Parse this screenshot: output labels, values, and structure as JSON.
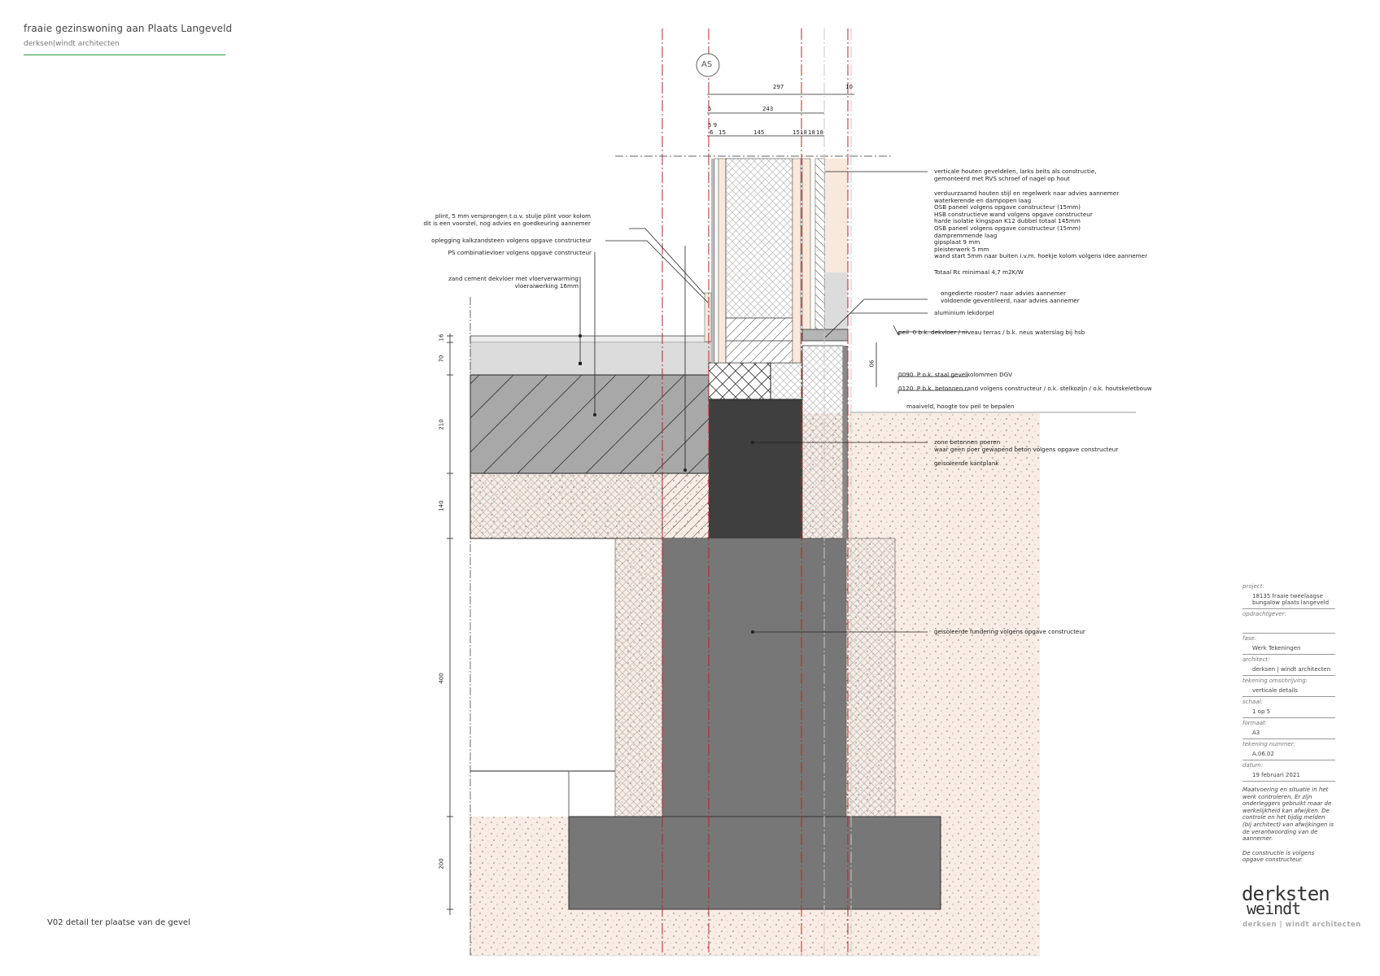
{
  "header": {
    "title": "fraaie gezinswoning aan Plaats Langeveld",
    "subtitle": "derksen|windt architecten",
    "accent_color": "#2e9a3a"
  },
  "drawing": {
    "grid_bubble": "AS",
    "caption": "V02 detail ter plaatse van de gevel",
    "dimensions_top": {
      "row1": [
        "297",
        "10"
      ],
      "row2": [
        "5",
        "243"
      ],
      "row3_top": "5 9",
      "row3": [
        "6",
        "15",
        "145",
        "15",
        "18",
        "18",
        "18"
      ]
    },
    "dimensions_left": [
      "16",
      "70",
      "210",
      "140",
      "400",
      "200"
    ],
    "dimension_right": "90",
    "colors": {
      "axis_red": "#b0282a",
      "soil": "#f9ece4",
      "concrete_dark": "#3f3f3f",
      "concrete_mid": "#777777",
      "screed": "#dcdcdc",
      "floor_hatch": "#a8a8a8",
      "timber": "#f9e9dc"
    }
  },
  "annotations_left": [
    {
      "lines": [
        "plint, 5 mm versprongen t.o.v. stulje plint voor kolom",
        "dit is een voorstel, nog advies en goedkeuring aannemer"
      ]
    },
    {
      "lines": [
        "oplegging kalkzandsteen volgens opgave constructeur"
      ]
    },
    {
      "lines": [
        "PS combinatievloer volgens opgave constructeur"
      ]
    },
    {
      "lines": [
        "zand cement dekvloer met vloerverwarming",
        "vloeraiwerking 16mm"
      ]
    }
  ],
  "annotations_right": [
    {
      "lines": [
        "verticale houten geveldelen, larks beits als constructie,",
        "gemonteerd met RVS schroef of nagel op hout"
      ]
    },
    {
      "lines": [
        "verduurzaamd houten stijl en regelwerk naar advies aannemer",
        "waterkerende en dampopen laag",
        "OSB paneel volgens opgave constructeur (15mm)",
        "HSB constructieve wand volgens opgave constructeur",
        "harde isolatie kingspan K12 dubbel totaal 145mm",
        "OSB paneel volgens opgave constructeur (15mm)",
        "dampremmende laag",
        "gipsplaat 9 mm",
        "pleisterwerk 5 mm",
        "wand start 5mm naar buiten i.v.m. hoekje kolom volgens idee aannemer"
      ]
    },
    {
      "lines": [
        "Totaal Rc minimaal 4,7 m2K/W"
      ]
    },
    {
      "lines": [
        "ongedierte rooster? naar advies aannemer",
        "voldoende geventileerd, naar advies aannemer"
      ]
    },
    {
      "lines": [
        "aluminium lekdorpel"
      ]
    },
    {
      "lines": [
        "zone betonnen poeren",
        "waar geen poer gewapend beton volgens opgave constructeur"
      ]
    },
    {
      "lines": [
        "geisoleerde kantplank"
      ]
    },
    {
      "lines": [
        "geisoleerde fundering volgens opgave constructeur"
      ]
    }
  ],
  "levels": [
    {
      "code": "peil",
      "value": "0",
      "text": "b.k. dekvloer / niveau terras / b.k. neus waterslag bij hsb"
    },
    {
      "code": "0090",
      "value": "P",
      "text": "o.k. staal gevelkolommen DGV"
    },
    {
      "code": "0120",
      "value": "P",
      "text": "b.k. betonnen rand volgens constructeur / o.k. stelkozijn / o.k. houtskeletbouw"
    },
    {
      "code": "",
      "value": "",
      "text": "maaiveld, hoogte tov peil te bepalen"
    }
  ],
  "title_block": {
    "rows": [
      {
        "label": "project:",
        "value": "18135 fraaie tweelaagse bungalow plaats langeveld"
      },
      {
        "label": "opdrachtgever:",
        "value": ""
      },
      {
        "label": "fase:",
        "value": "Werk Tekeningen"
      },
      {
        "label": "architect:",
        "value": "derksen | windt architecten"
      },
      {
        "label": "tekening omschrijving:",
        "value": "verticale details"
      },
      {
        "label": "schaal:",
        "value": "1 op 5"
      },
      {
        "label": "formaat:",
        "value": "A3"
      },
      {
        "label": "tekening nummer:",
        "value": "A.06.02"
      },
      {
        "label": "datum:",
        "value": "19 februari 2021"
      }
    ],
    "disclaimer": "Maatvoering en situatie in het werk controleren. Er zijn onderleggers gebruikt maar de werkelijkheid kan afwijken. De controle en het tijdig melden (bij architect) van afwijkingen is de verantwoording van de aannemer.",
    "disclaimer2": "De constructie is volgens opgave constructeur.",
    "logo_top": "derksten",
    "logo_bottom": "weindt",
    "logo_sub": "derksen | windt architecten"
  }
}
